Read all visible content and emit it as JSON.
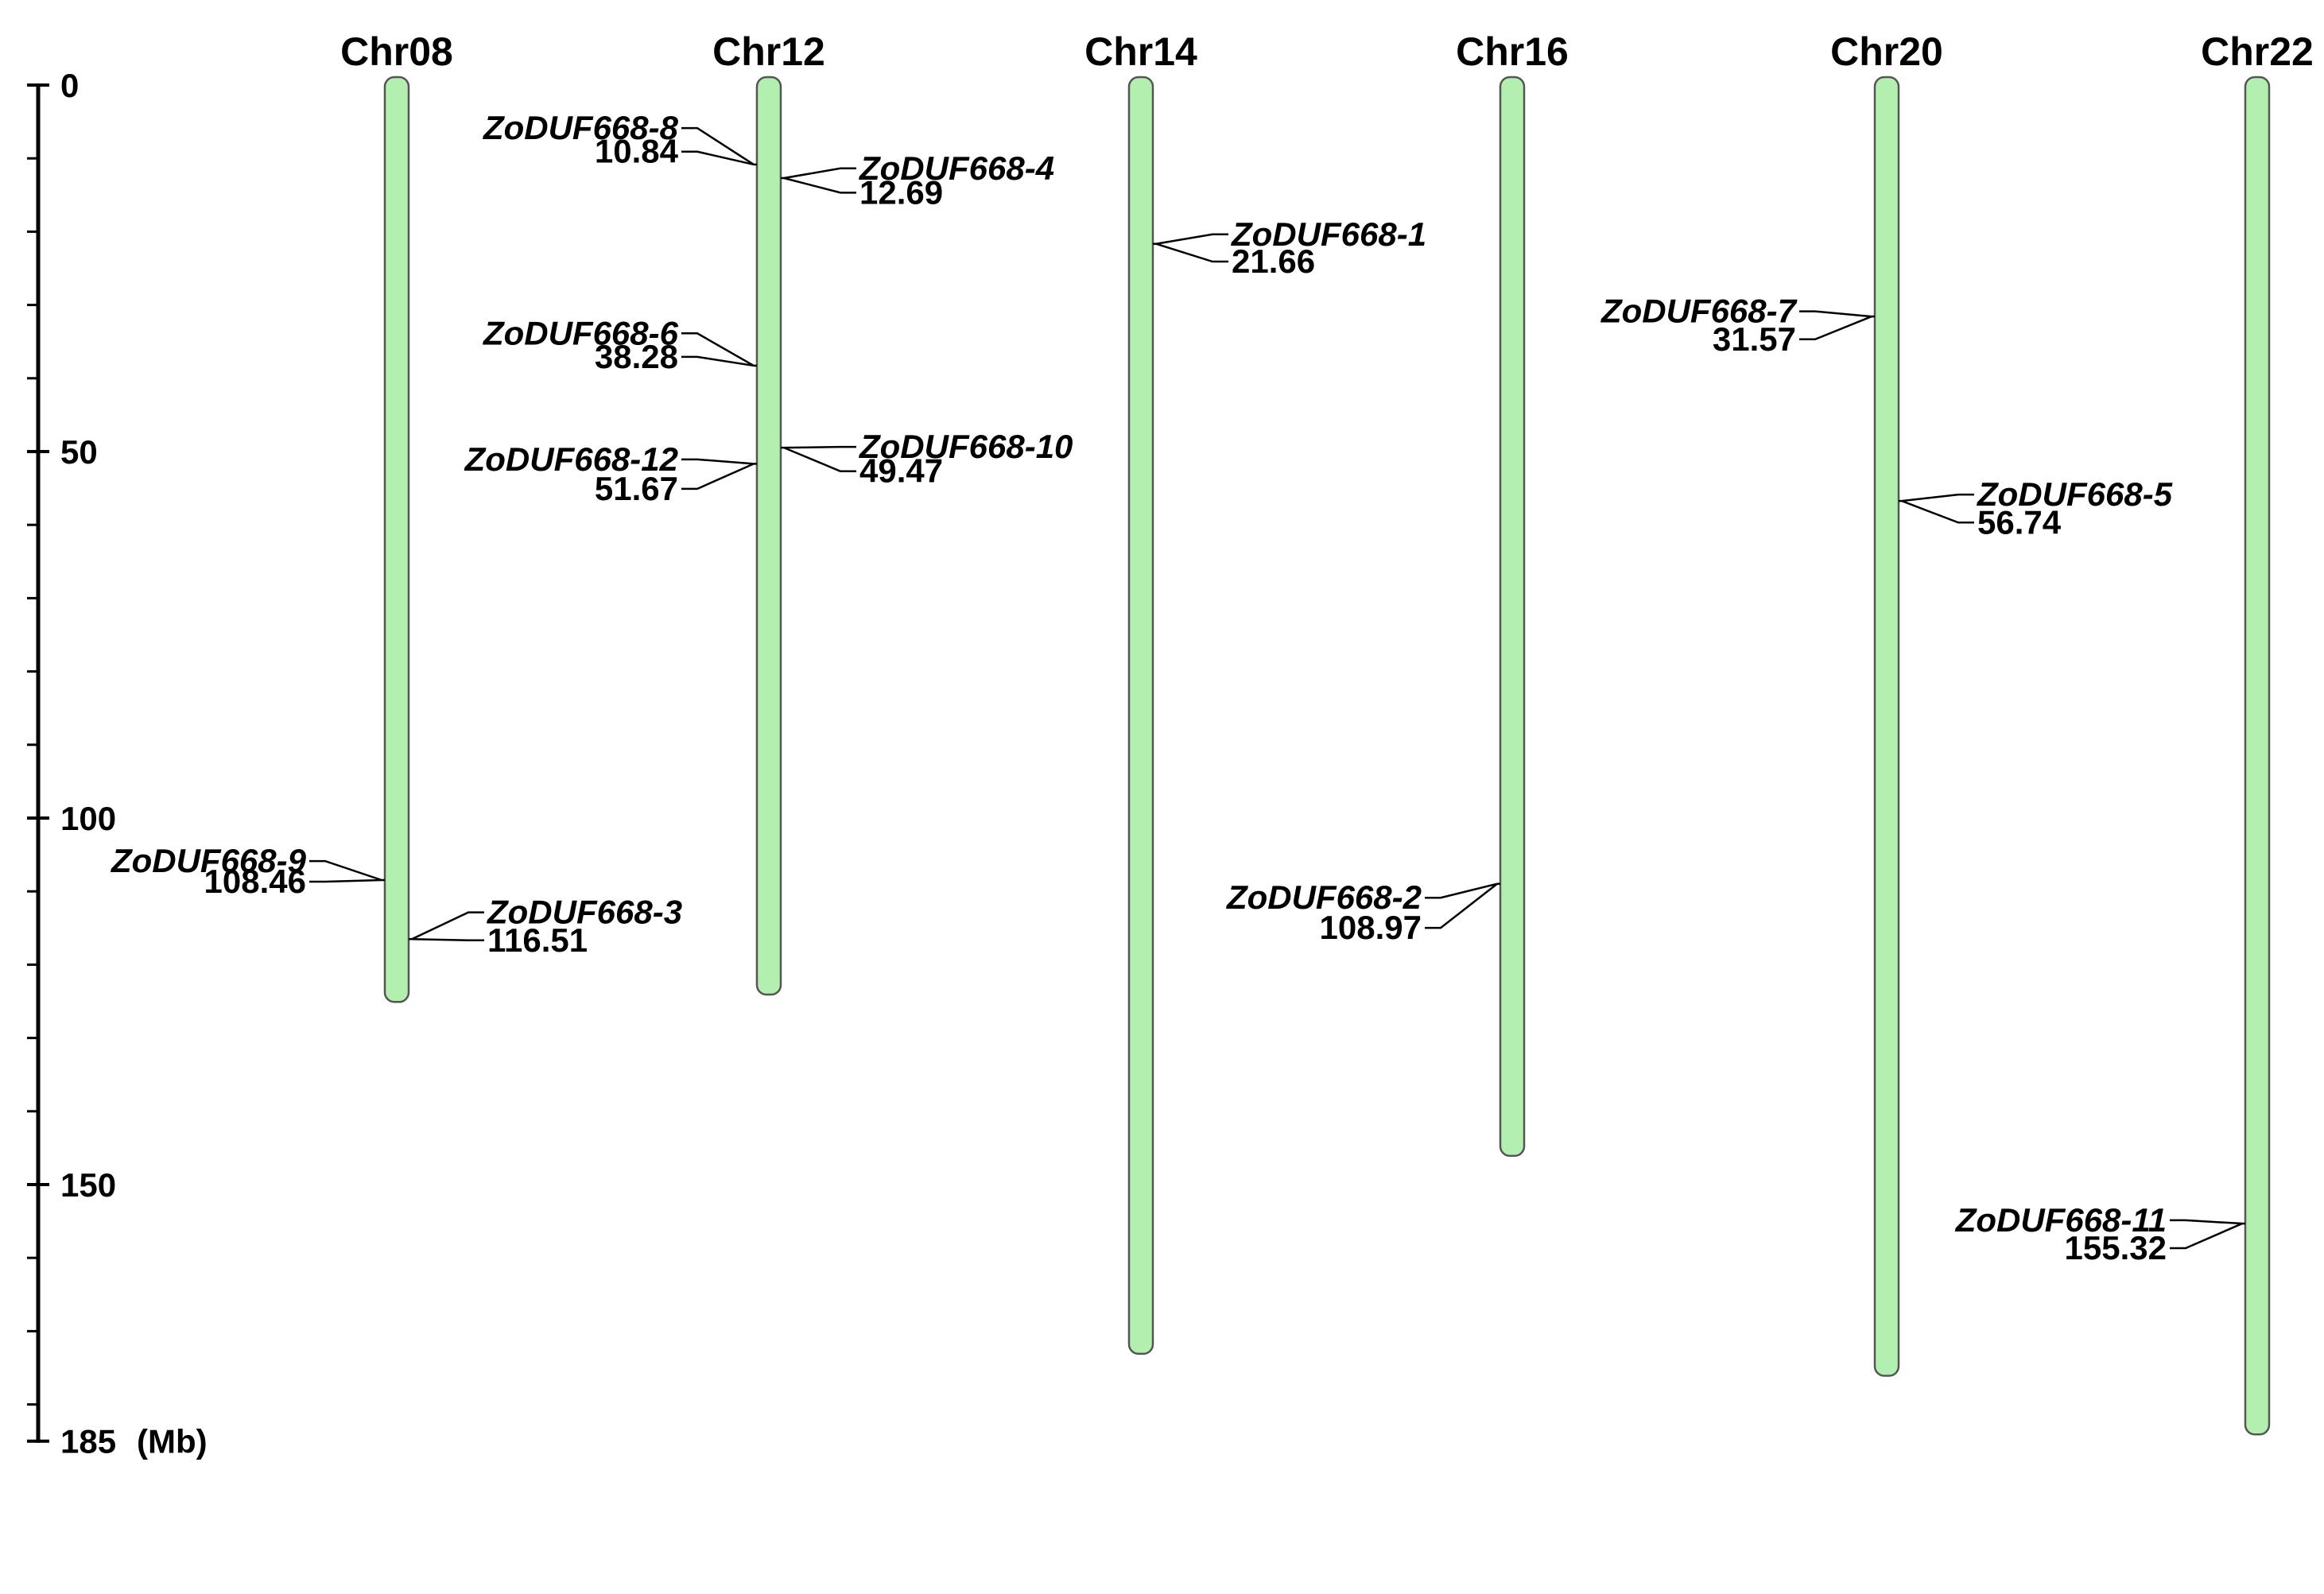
{
  "chart_data": {
    "type": "chromosome-map",
    "unit": "(Mb)",
    "axis": {
      "min": 0,
      "max": 185,
      "major_ticks": [
        0,
        50,
        100,
        150,
        185
      ],
      "minor_step": 10
    },
    "colors": {
      "chromosome_fill": "#b3f0b0",
      "chromosome_stroke": "#555555",
      "line": "#000000",
      "text": "#000000"
    },
    "chromosomes": [
      {
        "name": "Chr08",
        "length": 124,
        "genes": [
          {
            "name": "ZoDUF668-9",
            "position": "108.46",
            "side": "left",
            "name_at": 105,
            "pos_at": 110.2
          },
          {
            "name": "ZoDUF668-3",
            "position": "116.51",
            "side": "right",
            "name_at": 112,
            "pos_at": 118.2
          }
        ]
      },
      {
        "name": "Chr12",
        "length": 123,
        "genes": [
          {
            "name": "ZoDUF668-8",
            "position": "10.84",
            "side": "left",
            "name_at": 5,
            "pos_at": 10.6
          },
          {
            "name": "ZoDUF668-4",
            "position": "12.69",
            "side": "right",
            "name_at": 10.5,
            "pos_at": 16.2
          },
          {
            "name": "ZoDUF668-6",
            "position": "38.28",
            "side": "left",
            "name_at": 33,
            "pos_at": 38.6
          },
          {
            "name": "ZoDUF668-12",
            "position": "51.67",
            "side": "left",
            "name_at": 50.2,
            "pos_at": 56.6
          },
          {
            "name": "ZoDUF668-10",
            "position": "49.47",
            "side": "right",
            "name_at": 48.5,
            "pos_at": 54.2
          }
        ]
      },
      {
        "name": "Chr14",
        "length": 172,
        "genes": [
          {
            "name": "ZoDUF668-1",
            "position": "21.66",
            "side": "right",
            "name_at": 19.5,
            "pos_at": 25.6
          }
        ]
      },
      {
        "name": "Chr16",
        "length": 145,
        "genes": [
          {
            "name": "ZoDUF668-2",
            "position": "108.97",
            "side": "left",
            "name_at": 110,
            "pos_at": 116.5
          }
        ]
      },
      {
        "name": "Chr20",
        "length": 175,
        "genes": [
          {
            "name": "ZoDUF668-7",
            "position": "31.57",
            "side": "left",
            "name_at": 30,
            "pos_at": 36.2
          },
          {
            "name": "ZoDUF668-5",
            "position": "56.74",
            "side": "right",
            "name_at": 55,
            "pos_at": 61.2
          }
        ]
      },
      {
        "name": "Chr22",
        "length": 183,
        "genes": [
          {
            "name": "ZoDUF668-11",
            "position": "155.32",
            "side": "left",
            "name_at": 154,
            "pos_at": 160.2
          }
        ]
      }
    ]
  }
}
